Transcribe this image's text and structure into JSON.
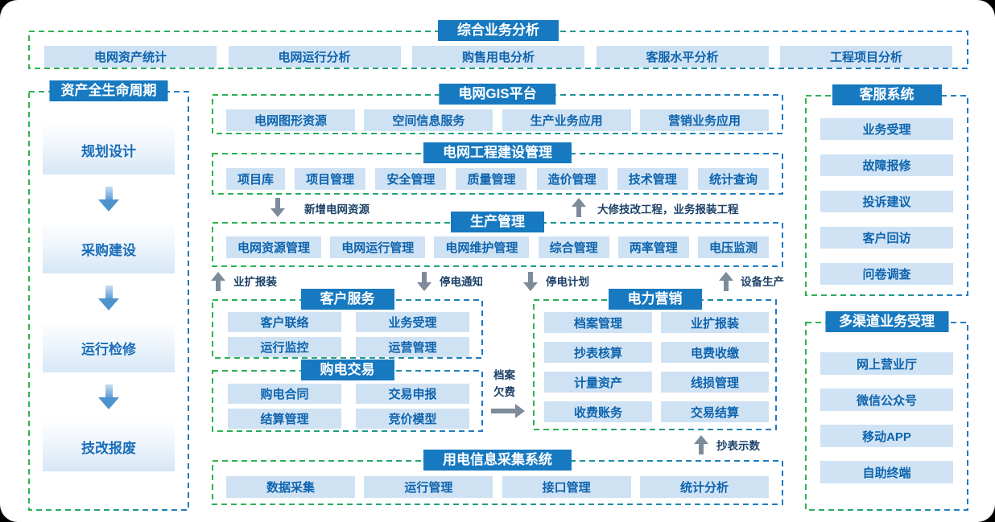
{
  "colors": {
    "header_blue": "#1779c0",
    "chip_bg": "#cfe2f4",
    "chip_text": "#0e64ad",
    "dash_green": "#2fb34d",
    "dash_blue": "#1e78c8",
    "flow_label_navy": "#1d4268",
    "arrow_gray": "#7d8b9b",
    "page_bg": "#ffffff"
  },
  "top": {
    "title": "综合业务分析",
    "items": [
      "电网资产统计",
      "电网运行分析",
      "购售用电分析",
      "客服水平分析",
      "工程项目分析"
    ]
  },
  "left_panel": {
    "title": "资产全生命周期",
    "items": [
      "规划设计",
      "采购建设",
      "运行检修",
      "技改报废"
    ]
  },
  "gis": {
    "title": "电网GIS平台",
    "items": [
      "电网图形资源",
      "空间信息服务",
      "生产业务应用",
      "营销业务应用"
    ]
  },
  "construction": {
    "title": "电网工程建设管理",
    "items": [
      "项目库",
      "项目管理",
      "安全管理",
      "质量管理",
      "造价管理",
      "技术管理",
      "统计查询"
    ]
  },
  "production": {
    "title": "生产管理",
    "items": [
      "电网资源管理",
      "电网运行管理",
      "电网维护管理",
      "综合管理",
      "两率管理",
      "电压监测"
    ]
  },
  "customer_service": {
    "title": "客户服务",
    "items": [
      "客户联络",
      "业务受理",
      "运行监控",
      "运营管理"
    ]
  },
  "purchase": {
    "title": "购电交易",
    "items": [
      "购电合同",
      "交易申报",
      "结算管理",
      "竞价模型"
    ]
  },
  "marketing": {
    "title": "电力营销",
    "items": [
      "档案管理",
      "业扩报装",
      "抄表核算",
      "电费收缴",
      "计量资产",
      "线损管理",
      "收费账务",
      "交易结算"
    ]
  },
  "collection": {
    "title": "用电信息采集系统",
    "items": [
      "数据采集",
      "运行管理",
      "接口管理",
      "统计分析"
    ]
  },
  "cs_system": {
    "title": "客服系统",
    "items": [
      "业务受理",
      "故障报修",
      "投诉建议",
      "客户回访",
      "问卷调查"
    ]
  },
  "channels": {
    "title": "多渠道业务受理",
    "items": [
      "网上营业厅",
      "微信公众号",
      "移动APP",
      "自助终端"
    ]
  },
  "flows": {
    "new_grid_resource": "新增电网资源",
    "overhaul_projects": "大修技改工程，业务报装工程",
    "expand_install": "业扩报装",
    "outage_notice": "停电通知",
    "outage_plan": "停电计划",
    "equipment_production": "设备生产",
    "archive_line1": "档案",
    "archive_line2": "欠费",
    "meter_reading": "抄表示数"
  }
}
